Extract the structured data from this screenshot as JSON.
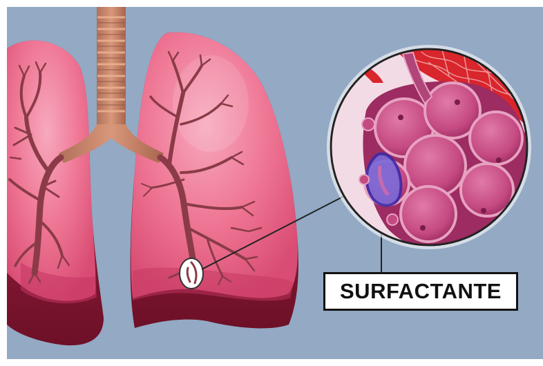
{
  "colors": {
    "background": "#93a9c4",
    "lung_fill": "#ec6d8f",
    "lung_highlight": "#f6a3b8",
    "lung_shadow": "#8e1d3a",
    "bronchi": "#8a3b47",
    "trachea": "#c98468",
    "trachea_ring": "#e0a07f",
    "alveoli": "#c94b82",
    "alveoli_dark": "#8b2252",
    "alveoli_light": "#e48bb0",
    "surfactant": "#5a3bbd",
    "capillary": "#d9252c"
  },
  "icons": [
    "lungs-illustration",
    "trachea",
    "bronchial-tree",
    "alveoli-magnifier",
    "callout-pointer"
  ],
  "callout": {
    "label": "SURFACTANTE"
  }
}
